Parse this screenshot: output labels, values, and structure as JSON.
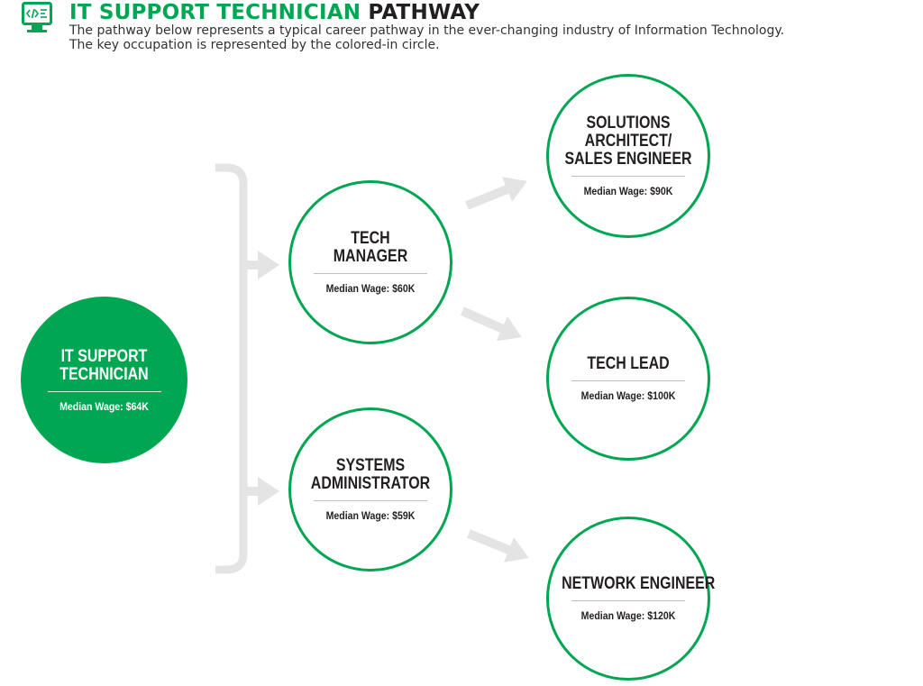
{
  "header": {
    "title_accent": "IT SUPPORT TECHNICIAN",
    "title_rest": "PATHWAY",
    "icon": "computer-code-icon",
    "description_lines": [
      "The pathway below represents a typical career pathway in the ever-changing industry of Information Technology.",
      "The key occupation is represented by the colored-in circle."
    ]
  },
  "colors": {
    "accent": "#00a651",
    "connector": "#e4e4e4",
    "text": "#231f20"
  },
  "wage_label": "Median Wage:",
  "nodes": {
    "it_support_technician": {
      "title_lines": [
        "IT SUPPORT",
        "TECHNICIAN"
      ],
      "wage": "$64K",
      "key": true
    },
    "tech_manager": {
      "title_lines": [
        "TECH",
        "MANAGER"
      ],
      "wage": "$60K"
    },
    "systems_administrator": {
      "title_lines": [
        "SYSTEMS",
        "ADMINISTRATOR"
      ],
      "wage": "$59K"
    },
    "solutions_architect": {
      "title_lines": [
        "SOLUTIONS",
        "ARCHITECT/",
        "SALES ENGINEER"
      ],
      "wage": "$90K"
    },
    "tech_lead": {
      "title_lines": [
        "TECH LEAD"
      ],
      "wage": "$100K"
    },
    "network_engineer": {
      "title_lines": [
        "NETWORK ENGINEER"
      ],
      "wage": "$120K"
    }
  },
  "edges": [
    {
      "from": "it_support_technician",
      "to": "tech_manager"
    },
    {
      "from": "it_support_technician",
      "to": "systems_administrator"
    },
    {
      "from": "tech_manager",
      "to": "solutions_architect"
    },
    {
      "from": "tech_manager",
      "to": "tech_lead"
    },
    {
      "from": "systems_administrator",
      "to": "network_engineer"
    }
  ]
}
